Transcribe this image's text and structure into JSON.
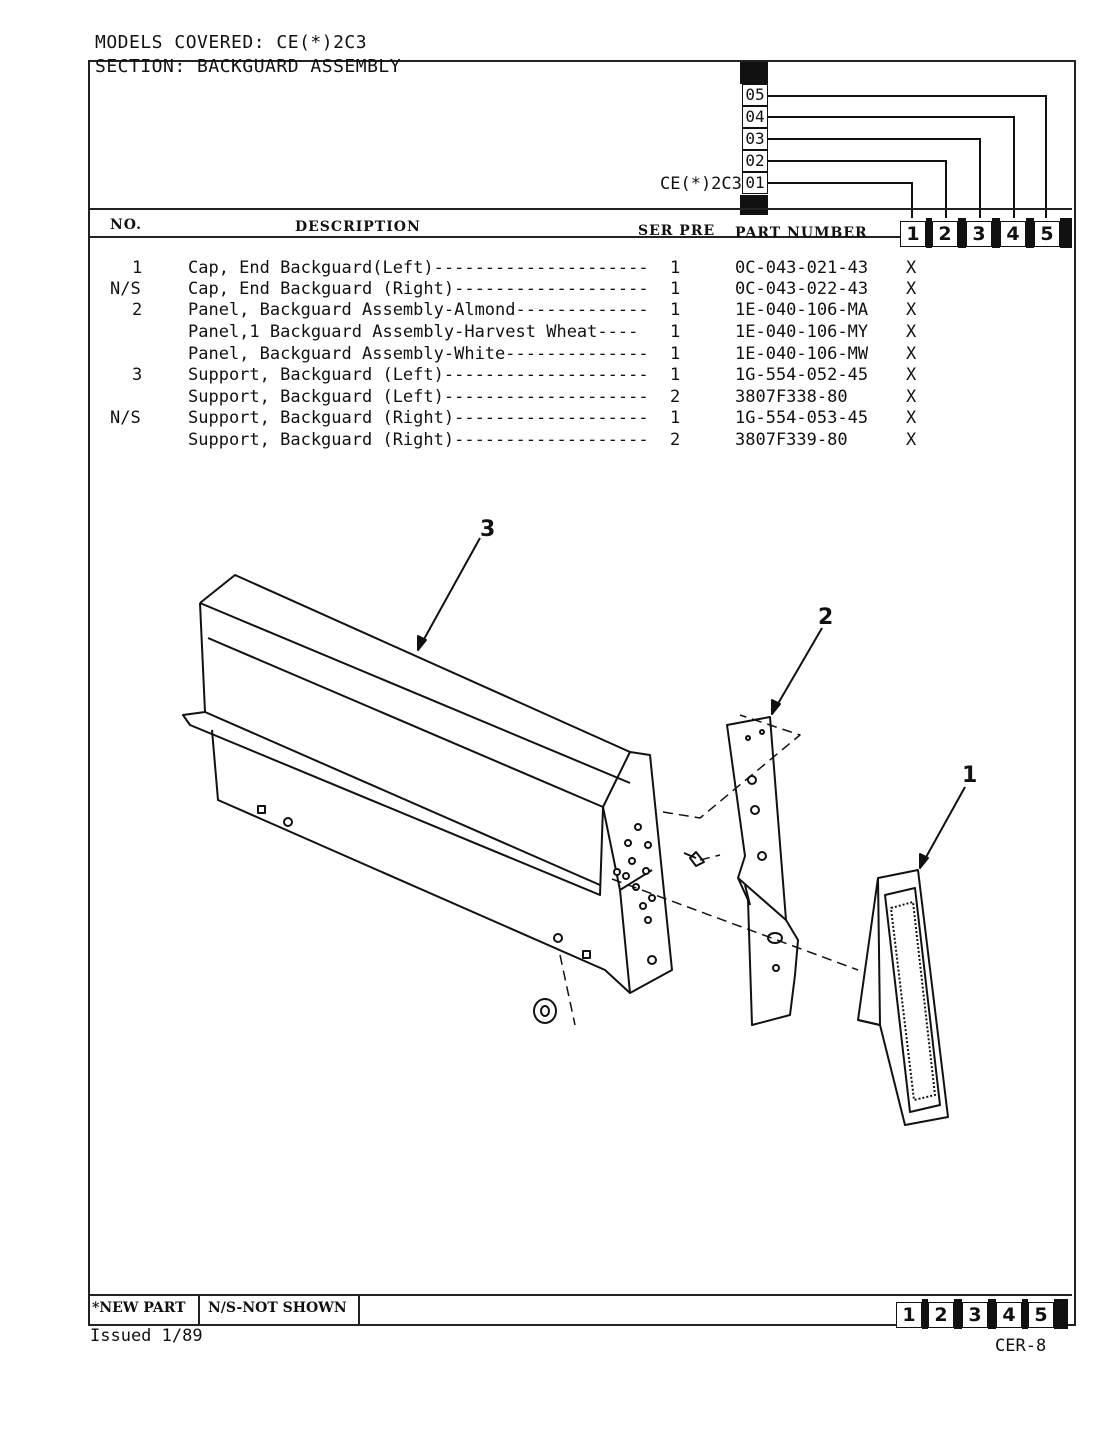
{
  "header": {
    "models_covered": "MODELS COVERED:  CE(*)2C3",
    "section": "SECTION:  BACKGUARD ASSEMBLY",
    "model_label": "CE(*)2C3",
    "model_boxes": [
      "05",
      "04",
      "03",
      "02",
      "01"
    ]
  },
  "columns": {
    "no": "NO.",
    "description": "DESCRIPTION",
    "ser_pre": "SER PRE",
    "part_number": "PART NUMBER",
    "boxes": [
      "1",
      "2",
      "3",
      "4",
      "5"
    ]
  },
  "parts": [
    {
      "no": "1",
      "desc": "Cap, End Backguard(Left)---------------------",
      "qty": "1",
      "part": "0C-043-021-43",
      "m1": "X"
    },
    {
      "no": "N/S",
      "desc": "Cap, End Backguard (Right)-------------------",
      "qty": "1",
      "part": "0C-043-022-43",
      "m1": "X"
    },
    {
      "no": "2",
      "desc": "Panel, Backguard Assembly-Almond-------------",
      "qty": "1",
      "part": "1E-040-106-MA",
      "m1": "X"
    },
    {
      "no": "",
      "desc": "Panel,1 Backguard Assembly-Harvest Wheat----",
      "qty": "1",
      "part": "1E-040-106-MY",
      "m1": "X"
    },
    {
      "no": "",
      "desc": "Panel, Backguard Assembly-White--------------",
      "qty": "1",
      "part": "1E-040-106-MW",
      "m1": "X"
    },
    {
      "no": "3",
      "desc": "Support, Backguard (Left)--------------------",
      "qty": "1",
      "part": "1G-554-052-45",
      "m1": "X"
    },
    {
      "no": "",
      "desc": "Support, Backguard (Left)--------------------",
      "qty": "2",
      "part": "3807F338-80",
      "m1": "X"
    },
    {
      "no": "N/S",
      "desc": "Support, Backguard (Right)-------------------",
      "qty": "1",
      "part": "1G-554-053-45",
      "m1": "X"
    },
    {
      "no": "",
      "desc": "Support, Backguard (Right)-------------------",
      "qty": "2",
      "part": "3807F339-80",
      "m1": "X"
    }
  ],
  "callouts": {
    "c1": "1",
    "c2": "2",
    "c3": "3"
  },
  "footer": {
    "new_part": "*NEW PART",
    "not_shown": "N/S-NOT SHOWN",
    "boxes": [
      "1",
      "2",
      "3",
      "4",
      "5"
    ],
    "issued": "Issued 1/89",
    "page_code": "CER-8"
  }
}
